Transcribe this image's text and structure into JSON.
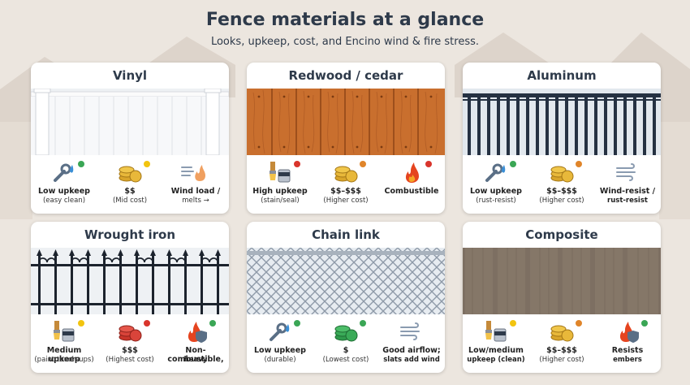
{
  "title": "Fence materials at a glance",
  "subtitle": "Looks, upkeep, cost, and Encino wind & fire stress.",
  "colors": {
    "green": "#3aa655",
    "yellow": "#f2c40f",
    "orange": "#e0852a",
    "red": "#d9352c"
  },
  "cards": [
    {
      "name": "Vinyl",
      "stats": [
        {
          "icon": "wrench-drop-icon",
          "label": "Low upkeep",
          "sub": "(easy clean)",
          "dot": "green"
        },
        {
          "icon": "coins-icon",
          "label": "$$",
          "sub": "(Mid cost)",
          "dot": "yellow"
        },
        {
          "icon": "wind-flame-icon",
          "label": "Wind load /",
          "sub": "melts →",
          "dot": ""
        }
      ]
    },
    {
      "name": "Redwood / cedar",
      "stats": [
        {
          "icon": "paintbrush-can-icon",
          "label": "High upkeep",
          "sub": "(stain/seal)",
          "dot": "red"
        },
        {
          "icon": "coins-icon",
          "label": "$$–$$$",
          "sub": "(Higher cost)",
          "dot": "orange"
        },
        {
          "icon": "flame-icon",
          "label": "Combustible",
          "sub": "",
          "dot": "red"
        }
      ]
    },
    {
      "name": "Aluminum",
      "stats": [
        {
          "icon": "wrench-drop-icon",
          "label": "Low upkeep",
          "sub": "(rust-resist)",
          "dot": "green"
        },
        {
          "icon": "coins-icon",
          "label": "$$–$$$",
          "sub": "(Higher cost)",
          "dot": "orange"
        },
        {
          "icon": "wind-icon",
          "label": "Wind-resist /",
          "sub": "rust-resist",
          "dot": ""
        }
      ]
    },
    {
      "name": "Wrought iron",
      "stats": [
        {
          "icon": "paintbrush-can-icon",
          "label": "Medium upkeep",
          "sub": "(paint touch-ups)",
          "dot": "yellow"
        },
        {
          "icon": "coins-icon",
          "label": "$$$",
          "sub": "(Highest cost)",
          "dot": "red"
        },
        {
          "icon": "flame-shield-icon",
          "label": "Non-combustible,",
          "sub": "heavy",
          "dot": "green"
        }
      ]
    },
    {
      "name": "Chain link",
      "stats": [
        {
          "icon": "wrench-drop-icon",
          "label": "Low upkeep",
          "sub": "(durable)",
          "dot": "green"
        },
        {
          "icon": "coins-icon",
          "label": "$",
          "sub": "(Lowest cost)",
          "dot": "green"
        },
        {
          "icon": "wind-icon",
          "label": "Good airflow;",
          "sub": "slats add wind",
          "dot": ""
        }
      ]
    },
    {
      "name": "Composite",
      "stats": [
        {
          "icon": "paintbrush-can-icon",
          "label": "Low/medium",
          "sub": "upkeep (clean)",
          "dot": "yellow"
        },
        {
          "icon": "coins-icon",
          "label": "$$–$$$",
          "sub": "(Higher cost)",
          "dot": "orange"
        },
        {
          "icon": "flame-shield-icon",
          "label": "Resists",
          "sub": "embers",
          "dot": "green"
        }
      ]
    }
  ]
}
